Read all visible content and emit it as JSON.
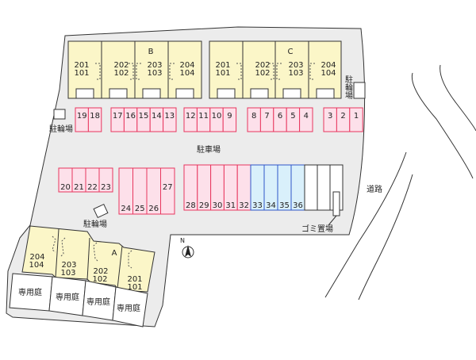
{
  "buildings": {
    "B": {
      "label": "B",
      "units": [
        {
          "top": "201",
          "bottom": "101"
        },
        {
          "top": "202",
          "bottom": "102"
        },
        {
          "top": "203",
          "bottom": "103"
        },
        {
          "top": "204",
          "bottom": "104"
        }
      ]
    },
    "C": {
      "label": "C",
      "units": [
        {
          "top": "201",
          "bottom": "101"
        },
        {
          "top": "202",
          "bottom": "102"
        },
        {
          "top": "203",
          "bottom": "103"
        },
        {
          "top": "204",
          "bottom": "104"
        }
      ]
    },
    "A": {
      "label": "A",
      "units": [
        {
          "top": "204",
          "bottom": "104"
        },
        {
          "top": "203",
          "bottom": "103"
        },
        {
          "top": "202",
          "bottom": "102"
        },
        {
          "top": "201",
          "bottom": "101"
        }
      ]
    }
  },
  "parking": {
    "title": "駐車場",
    "row_top": [
      "19",
      "18",
      "17",
      "16",
      "15",
      "14",
      "13",
      "12",
      "11",
      "10",
      "9",
      "8",
      "7",
      "6",
      "5",
      "4",
      "3",
      "2",
      "1"
    ],
    "row_20_23": [
      "20",
      "21",
      "22",
      "23"
    ],
    "row_24_27": [
      "24",
      "25",
      "26",
      "27"
    ],
    "row_28_32": [
      "28",
      "29",
      "30",
      "31",
      "32"
    ],
    "row_33_36": [
      "33",
      "34",
      "35",
      "36"
    ]
  },
  "labels": {
    "bicycle": "駐輪場",
    "garbage": "ゴミ置場",
    "road": "道路",
    "private_garden": "専用庭",
    "north": "N"
  },
  "colors": {
    "building": "#fbf6c8",
    "parking_pink": "#fde0ea",
    "parking_pink_border": "#e8365e",
    "parking_blue": "#d9f0fb",
    "parking_blue_border": "#2f56c9",
    "site": "#ececec"
  }
}
